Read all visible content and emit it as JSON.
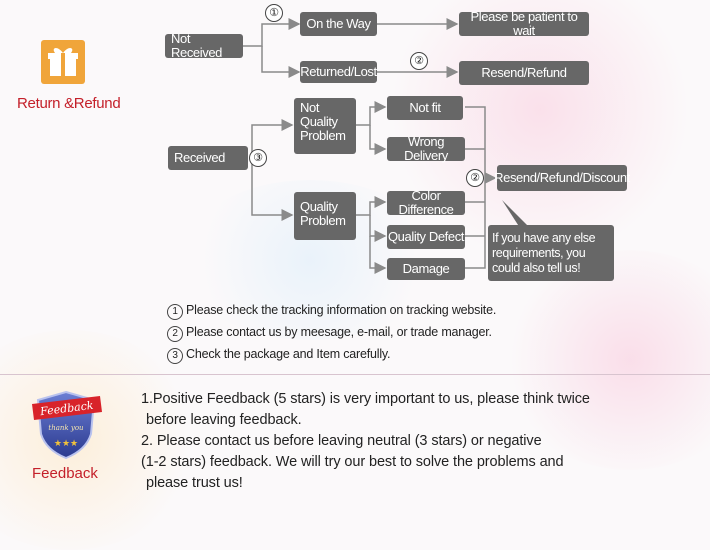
{
  "colors": {
    "box": "#676767",
    "arrow": "#8a8a8a",
    "icon": "#f0a53a",
    "title": "#c4202a"
  },
  "return_section": {
    "icon": "gift-icon",
    "title": "Return &Refund"
  },
  "flow": {
    "not_received": "Not Received",
    "on_the_way": "On the Way",
    "please_be_patient": "Please be patient to wait",
    "returned_lost": "Returned/Lost",
    "resend_refund": "Resend/Refund",
    "received": "Received",
    "not_quality_problem": "Not Quality Problem",
    "quality_problem": "Quality Problem",
    "not_fit": "Not fit",
    "wrong_delivery": "Wrong Delivery",
    "color_difference": "Color Difference",
    "quality_defect": "Quality Defect",
    "damage": "Damage",
    "resend_refund_discount": "Resend/Refund/Discount",
    "callout": "If you have any else requirements, you could also tell us!",
    "marker_1": "①",
    "marker_2": "②",
    "marker_2b": "②",
    "marker_3": "③"
  },
  "notes": [
    {
      "num": "1",
      "text": "Please check the tracking information on tracking website."
    },
    {
      "num": "2",
      "text": "Please contact us by meesage, e-mail, or trade manager."
    },
    {
      "num": "3",
      "text": "Check the package and Item carefully."
    }
  ],
  "feedback_section": {
    "badge_text": "Feedback",
    "badge_sub": "thank you",
    "title": "Feedback",
    "lines": [
      "1.Positive Feedback (5 stars) is very important to us, please think twice",
      "before leaving feedback.",
      "2. Please contact us before leaving neutral (3 stars) or negative",
      "(1-2 stars) feedback. We will try our best to solve the problems and",
      "please trust us!"
    ]
  }
}
